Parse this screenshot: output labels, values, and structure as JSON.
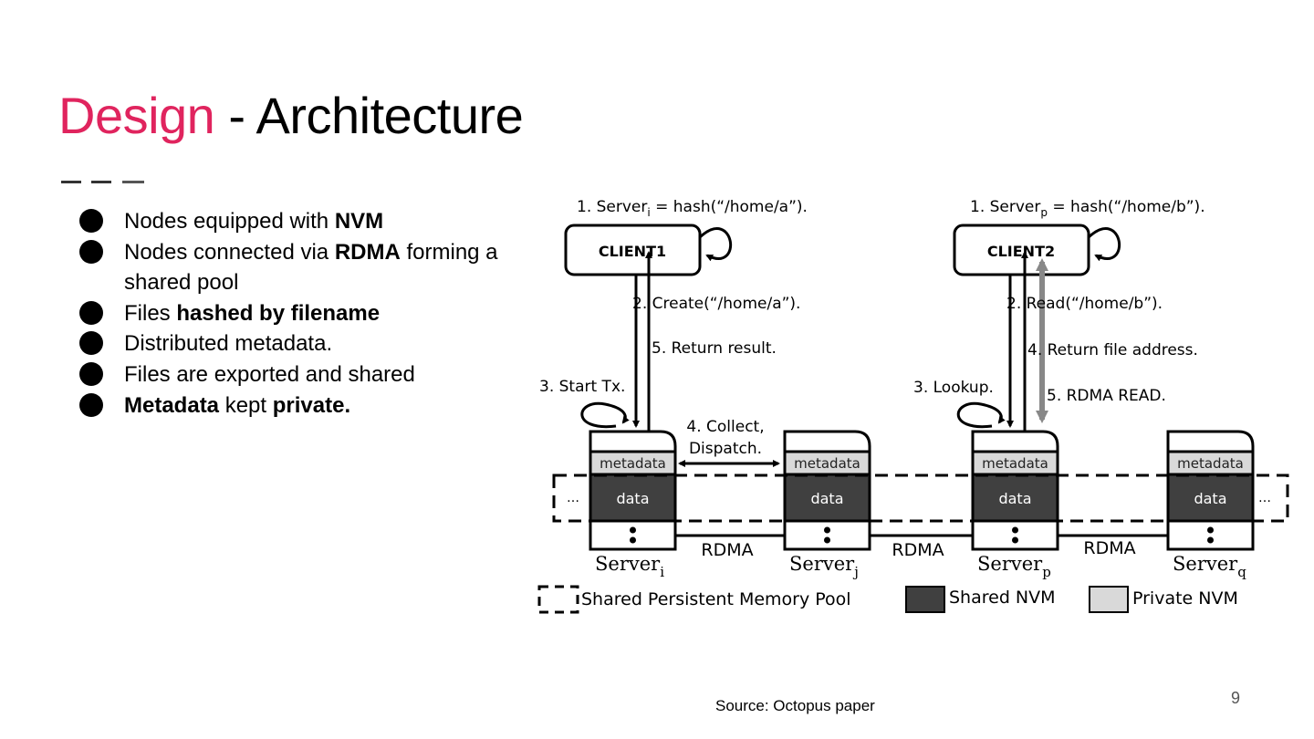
{
  "slide": {
    "title_accent": "Design",
    "title_sep": " - ",
    "title_rest": "Architecture",
    "bullets": [
      {
        "parts": [
          {
            "t": "Nodes equipped with ",
            "b": false
          },
          {
            "t": "NVM",
            "b": true
          }
        ]
      },
      {
        "parts": [
          {
            "t": "Nodes connected via ",
            "b": false
          },
          {
            "t": "RDMA",
            "b": true
          },
          {
            "t": " forming a",
            "b": false
          }
        ],
        "continuation": "shared pool"
      },
      {
        "parts": [
          {
            "t": "Files ",
            "b": false
          },
          {
            "t": "hashed by filename",
            "b": true
          }
        ]
      },
      {
        "parts": [
          {
            "t": "Distributed metadata.",
            "b": false
          }
        ]
      },
      {
        "parts": [
          {
            "t": "Files are exported and shared",
            "b": false
          }
        ]
      },
      {
        "parts": [
          {
            "t": "Metadata",
            "b": true
          },
          {
            "t": " kept ",
            "b": false
          },
          {
            "t": "private.",
            "b": true
          }
        ]
      }
    ],
    "source": "Source: Octopus paper",
    "page_number": "9",
    "accent_color": "#e0245e"
  },
  "diagram": {
    "clients": [
      {
        "label": "CLIENT1",
        "step1_prefix": "1. Server",
        "step1_sub": "i",
        "step1_suffix": " = hash(“/home/a”).",
        "step2": "2. Create(“/home/a”).",
        "step_return": "5. Return result.",
        "step3": "3. Start Tx."
      },
      {
        "label": "CLIENT2",
        "step1_prefix": "1. Server",
        "step1_sub": "p",
        "step1_suffix": " = hash(“/home/b”).",
        "step2": "2. Read(“/home/b”).",
        "step_return": "4. Return file address.",
        "step3": "3. Lookup.",
        "step5": "5. RDMA READ."
      }
    ],
    "collect_label_1": "4. Collect,",
    "collect_label_2": "Dispatch.",
    "servers": [
      {
        "name": "Server",
        "sub": "i",
        "metadata": "metadata",
        "data": "data"
      },
      {
        "name": "Server",
        "sub": "j",
        "metadata": "metadata",
        "data": "data"
      },
      {
        "name": "Server",
        "sub": "p",
        "metadata": "metadata",
        "data": "data"
      },
      {
        "name": "Server",
        "sub": "q",
        "metadata": "metadata",
        "data": "data"
      }
    ],
    "links": [
      "RDMA",
      "RDMA",
      "RDMA"
    ],
    "ellipsis": "…",
    "legend": [
      {
        "label": "Shared Persistent Memory Pool",
        "kind": "dashed"
      },
      {
        "label": "Shared NVM",
        "kind": "dark",
        "color": "#404040"
      },
      {
        "label": "Private NVM",
        "kind": "light",
        "color": "#d9d9d9"
      }
    ],
    "colors": {
      "shared_nvm": "#404040",
      "private_nvm": "#d9d9d9",
      "rdma_read_arrow": "#888888"
    }
  }
}
